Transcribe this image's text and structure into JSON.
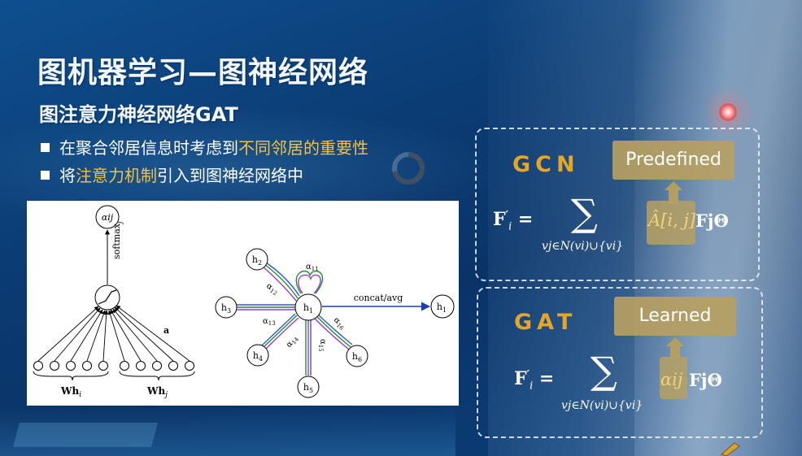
{
  "slide": {
    "title": "图机器学习—图神经网络",
    "subtitle": "图注意力神经网络GAT",
    "bullets": [
      {
        "pre": "在聚合邻居信息时考虑到",
        "highlight": "不同邻居的重要性",
        "post": ""
      },
      {
        "pre": "将",
        "highlight": "注意力机制",
        "post": "引入到图神经网络中"
      }
    ],
    "highlight_color": "#f5c043",
    "accent_color": "#e3a52b"
  },
  "figure": {
    "left": {
      "output_label": "αij",
      "softmax_label": "softmax",
      "softmax_sub": "j",
      "a_label": "a",
      "wh_i": "Wh",
      "wh_i_sub": "i",
      "wh_j": "Wh",
      "wh_j_sub": "j"
    },
    "right": {
      "center": "h",
      "center_sub": "1",
      "neighbors": [
        {
          "base": "h",
          "sub": "2"
        },
        {
          "base": "h",
          "sub": "3"
        },
        {
          "base": "h",
          "sub": "4"
        },
        {
          "base": "h",
          "sub": "5"
        },
        {
          "base": "h",
          "sub": "6"
        }
      ],
      "output": "h",
      "output_sub": "1",
      "edge_labels": [
        {
          "base": "α",
          "sub": "11"
        },
        {
          "base": "α",
          "sub": "12"
        },
        {
          "base": "α",
          "sub": "13"
        },
        {
          "base": "α",
          "sub": "14"
        },
        {
          "base": "α",
          "sub": "15"
        },
        {
          "base": "α",
          "sub": "16"
        }
      ],
      "concat_label": "concat/avg"
    }
  },
  "gcn": {
    "label": "GCN",
    "tag": "Predefined",
    "lhs": "F",
    "lhs_sub": "i",
    "sum_sub": "vj∈N(vi)∪{vi}",
    "weight": "Â[i, j]",
    "rest": "FjΘ"
  },
  "gat": {
    "label": "GAT",
    "tag": "Learned",
    "lhs": "F",
    "lhs_sub": "i",
    "sum_sub": "vj∈N(vi)∪{vi}",
    "weight": "αij",
    "rest": "FjΘ"
  }
}
